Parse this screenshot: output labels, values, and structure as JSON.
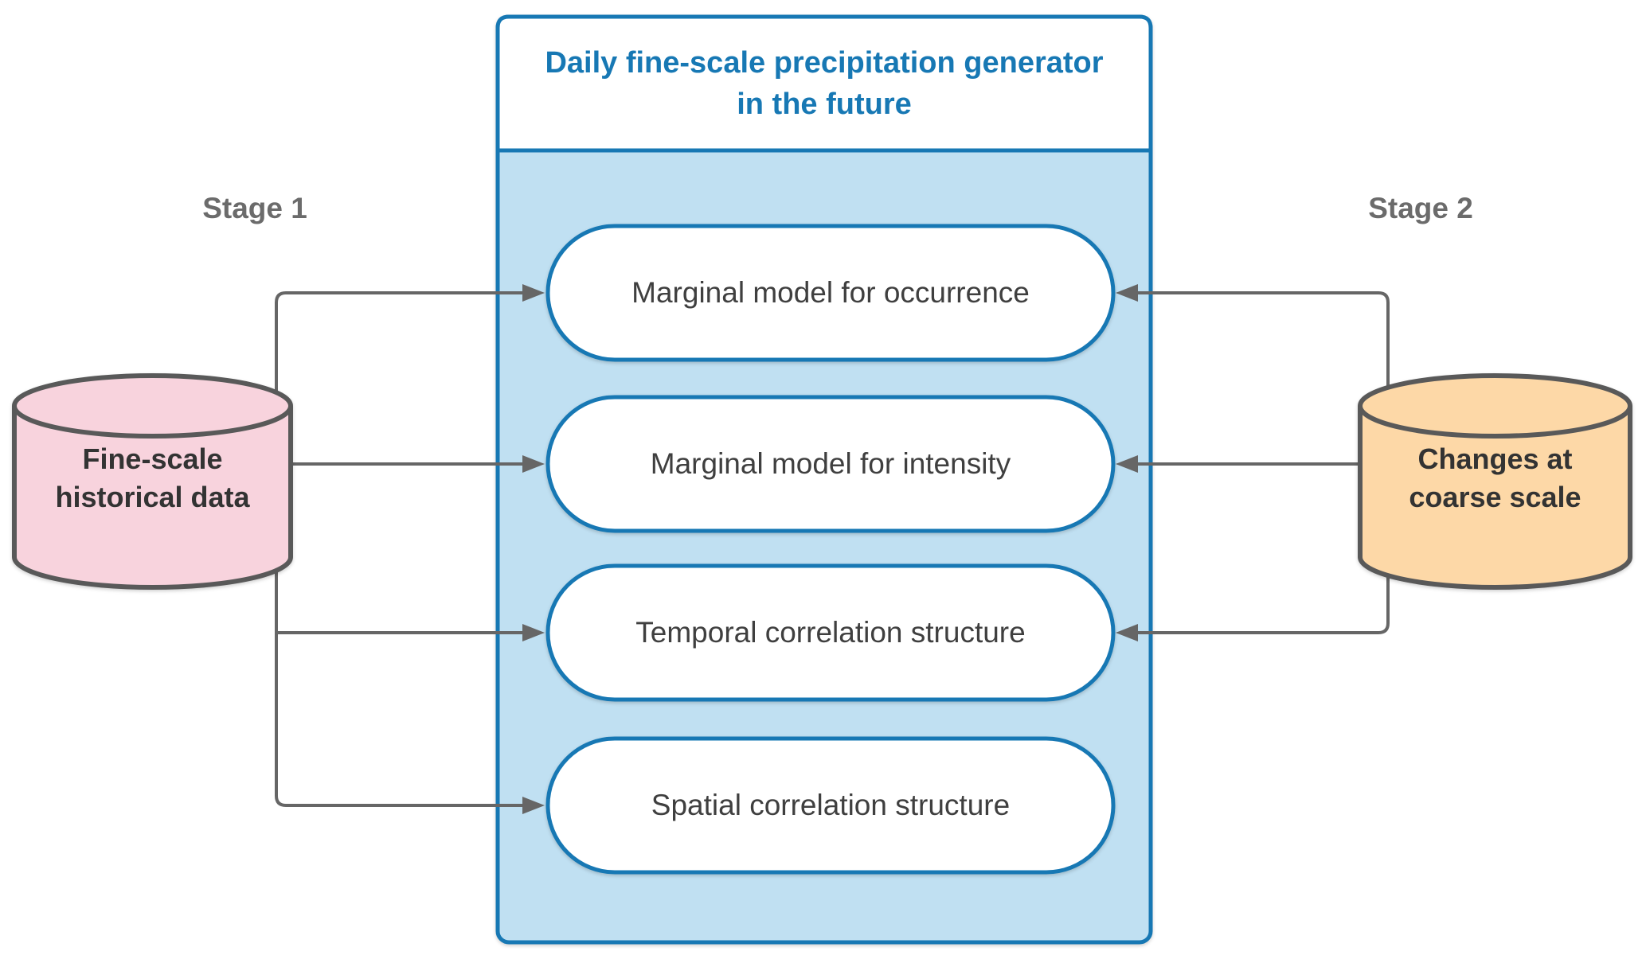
{
  "diagram": {
    "generator_box": {
      "title_line1": "Daily fine-scale precipitation generator",
      "title_line2": "in the future",
      "components": [
        {
          "label": "Marginal model for occurrence"
        },
        {
          "label": "Marginal model for intensity"
        },
        {
          "label": "Temporal correlation structure"
        },
        {
          "label": "Spatial correlation structure"
        }
      ]
    },
    "stages": {
      "stage1_label": "Stage 1",
      "stage2_label": "Stage 2"
    },
    "datastores": {
      "fine_scale_historical": {
        "line1": "Fine-scale",
        "line2": "historical data"
      },
      "changes_coarse_scale": {
        "line1": "Changes at",
        "line2": "coarse scale"
      }
    },
    "colors": {
      "accent_blue": "#1778b4",
      "body_blue": "#c0e0f2",
      "node_fill": "#ffffff",
      "connector_gray": "#666666",
      "cylinder_stroke": "#595959",
      "pink_fill": "#f8d3dd",
      "orange_fill": "#fdd8a7",
      "node_text": "#3f3f3f",
      "cylinder_text": "#333333",
      "stage_text": "#6b6b6b"
    }
  }
}
